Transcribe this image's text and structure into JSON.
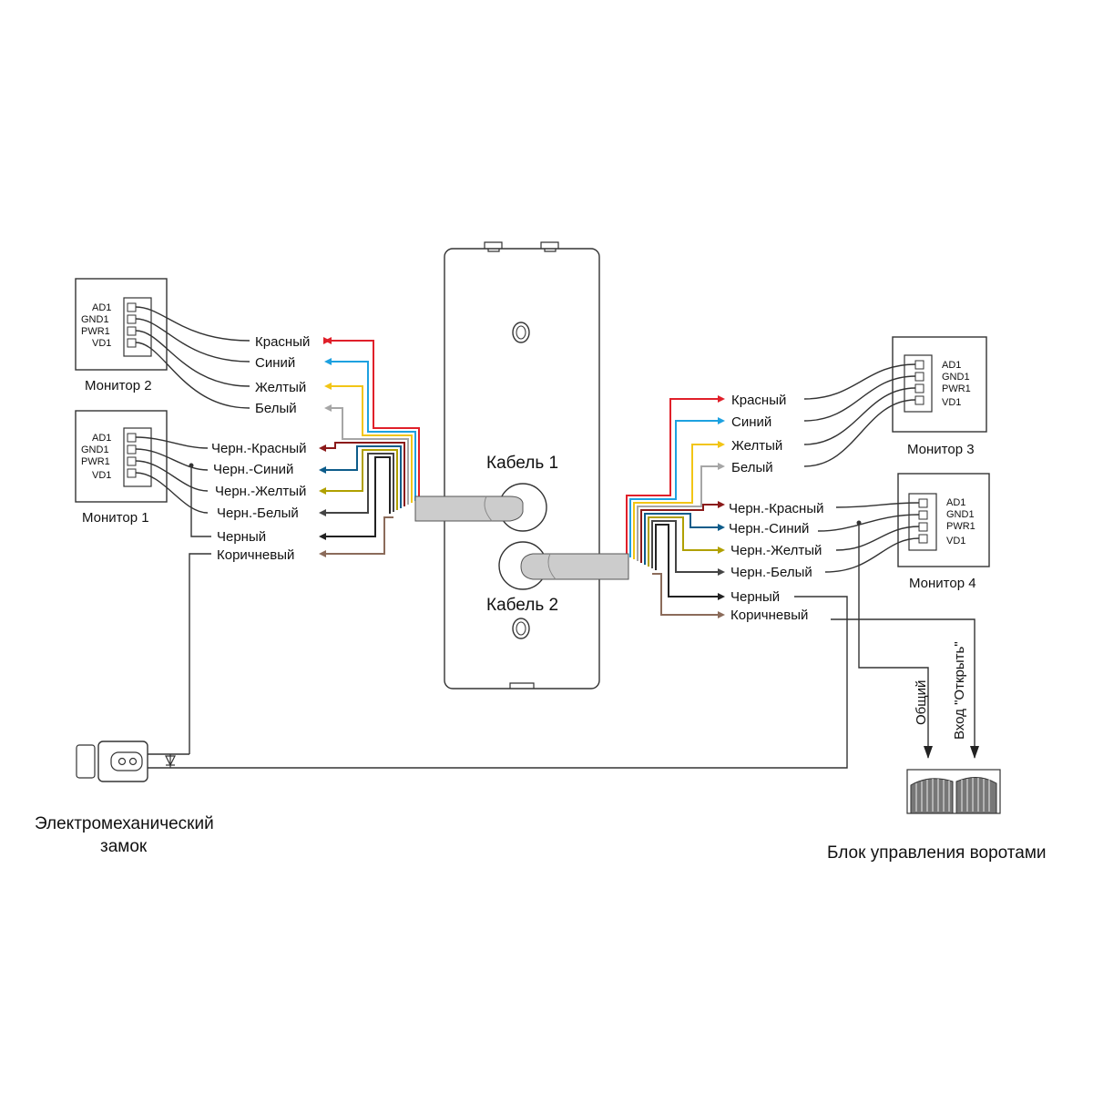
{
  "cable1": {
    "label": "Кабель 1",
    "wires": [
      {
        "name": "Красный",
        "color": "#e0202a"
      },
      {
        "name": "Синий",
        "color": "#1da1e0"
      },
      {
        "name": "Желтый",
        "color": "#f2c516"
      },
      {
        "name": "Белый",
        "color": "#a6a6a6"
      },
      {
        "name": "Черн.-Красный",
        "color": "#8b1a1a"
      },
      {
        "name": "Черн.-Синий",
        "color": "#0d5c8a"
      },
      {
        "name": "Черн.-Желтый",
        "color": "#b0a000"
      },
      {
        "name": "Черн.-Белый",
        "color": "#444444"
      },
      {
        "name": "Черный",
        "color": "#222222"
      },
      {
        "name": "Коричневый",
        "color": "#8b6b5a"
      }
    ]
  },
  "cable2": {
    "label": "Кабель 2",
    "wires": [
      {
        "name": "Красный",
        "color": "#e0202a"
      },
      {
        "name": "Синий",
        "color": "#1da1e0"
      },
      {
        "name": "Желтый",
        "color": "#f2c516"
      },
      {
        "name": "Белый",
        "color": "#a6a6a6"
      },
      {
        "name": "Черн.-Красный",
        "color": "#8b1a1a"
      },
      {
        "name": "Черн.-Синий",
        "color": "#0d5c8a"
      },
      {
        "name": "Черн.-Желтый",
        "color": "#b0a000"
      },
      {
        "name": "Черн.-Белый",
        "color": "#444444"
      },
      {
        "name": "Черный",
        "color": "#222222"
      },
      {
        "name": "Коричневый",
        "color": "#8b6b5a"
      }
    ]
  },
  "monitors": {
    "monitor1": {
      "title": "Монитор 1",
      "pins": [
        "AD1",
        "GND1",
        "PWR1",
        "VD1"
      ]
    },
    "monitor2": {
      "title": "Монитор 2",
      "pins": [
        "AD1",
        "GND1",
        "PWR1",
        "VD1"
      ]
    },
    "monitor3": {
      "title": "Монитор 3",
      "pins": [
        "AD1",
        "GND1",
        "PWR1",
        "VD1"
      ]
    },
    "monitor4": {
      "title": "Монитор 4",
      "pins": [
        "AD1",
        "GND1",
        "PWR1",
        "VD1"
      ]
    }
  },
  "lock": {
    "label_line1": "Электромеханический",
    "label_line2": "замок"
  },
  "gate": {
    "label": "Блок управления воротами",
    "common": "Общий",
    "open_input": "Вход \"Открыть\""
  }
}
